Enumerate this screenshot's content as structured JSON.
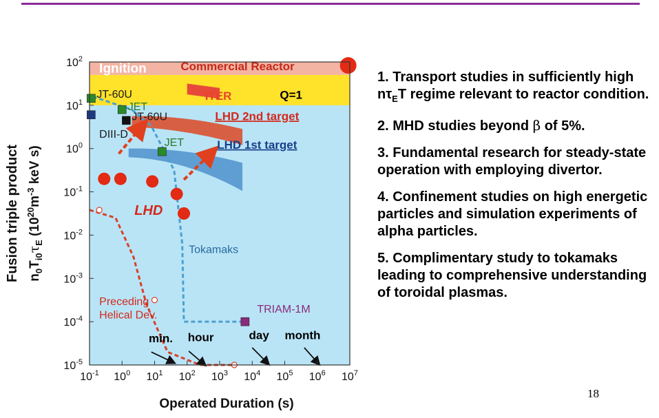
{
  "slide": {
    "page_number": "18",
    "accent_color": "#8b2a9a",
    "items": [
      {
        "pre": "1. Transport studies in sufficiently high n",
        "sym": "τ",
        "sub": "E",
        "post": "T regime relevant to reactor condition."
      },
      {
        "pre": "2. MHD studies beyond ",
        "sym": "β",
        "sub": "",
        "post": " of 5%."
      },
      {
        "pre": "3. Fundamental research for steady-state operation with employing divertor.",
        "sym": "",
        "sub": "",
        "post": ""
      },
      {
        "pre": "4. Confinement studies on high energetic particles and simulation experiments of alpha particles.",
        "sym": "",
        "sub": "",
        "post": ""
      },
      {
        "pre": "5. Complimentary study to tokamaks leading to comprehensive understanding of toroidal plasmas.",
        "sym": "",
        "sub": "",
        "post": ""
      }
    ]
  },
  "chart_data": {
    "type": "scatter",
    "xlabel": "Operated Duration (s)",
    "ylabel_line1": "Fusion triple product",
    "ylabel_line2": {
      "n": "n",
      "n_sub": "0",
      "T": "T",
      "T_sub": "i0",
      "tau": "τ",
      "tau_sub": "E",
      "open": " (10",
      "exp1": "20",
      "m": "m",
      "exp2": "-3",
      "rest": " keV s)"
    },
    "x_log_range": [
      -1,
      7
    ],
    "y_log_range": [
      -5,
      2
    ],
    "x_ticks": [
      {
        "base": "10",
        "exp": "-1",
        "v": -1
      },
      {
        "base": "10",
        "exp": "0",
        "v": 0
      },
      {
        "base": "10",
        "exp": "1",
        "v": 1
      },
      {
        "base": "10",
        "exp": "2",
        "v": 2
      },
      {
        "base": "10",
        "exp": "3",
        "v": 3
      },
      {
        "base": "10",
        "exp": "4",
        "v": 4
      },
      {
        "base": "10",
        "exp": "5",
        "v": 5
      },
      {
        "base": "10",
        "exp": "6",
        "v": 6
      },
      {
        "base": "10",
        "exp": "7",
        "v": 7
      }
    ],
    "y_ticks": [
      {
        "base": "10",
        "exp": "2",
        "v": 2
      },
      {
        "base": "10",
        "exp": "1",
        "v": 1
      },
      {
        "base": "10",
        "exp": "0",
        "v": 0
      },
      {
        "base": "10",
        "exp": "-1",
        "v": -1
      },
      {
        "base": "10",
        "exp": "-2",
        "v": -2
      },
      {
        "base": "10",
        "exp": "-3",
        "v": -3
      },
      {
        "base": "10",
        "exp": "-4",
        "v": -4
      },
      {
        "base": "10",
        "exp": "-5",
        "v": -5
      }
    ],
    "regions": [
      {
        "label": "Ignition",
        "y_from": 1.7,
        "y_to": 2.0,
        "color": "#f4b4a4",
        "label_color": "#ffffff"
      },
      {
        "label": "Q=1",
        "y_from": 1.0,
        "y_to": 1.7,
        "color": "#ffe22a",
        "label_color": "#000000"
      }
    ],
    "labels": [
      {
        "text": "Commercial Reactor",
        "x": 3.55,
        "y": 1.88,
        "color": "#c42a1a"
      },
      {
        "text": "ITER",
        "x": 2.55,
        "y": 1.2,
        "color": "#e8442a"
      },
      {
        "text": "Q=1",
        "x": 4.85,
        "y": 1.22,
        "color": "#000000"
      },
      {
        "text": "LHD 2nd target",
        "x": 4.15,
        "y": 0.73,
        "color": "#d4281a"
      },
      {
        "text": "LHD 1st target",
        "x": 4.15,
        "y": 0.07,
        "color": "#1a3f8a"
      },
      {
        "text": "JT-60U",
        "x": -0.78,
        "y": 1.24,
        "color": "#1a1a1a"
      },
      {
        "text": "JET",
        "x": 0.18,
        "y": 0.95,
        "color": "#2a7a2a"
      },
      {
        "text": "JT-60U",
        "x": 0.3,
        "y": 0.72,
        "color": "#1a1a1a"
      },
      {
        "text": "DIII-D",
        "x": -0.7,
        "y": 0.32,
        "color": "#1a1a1a"
      },
      {
        "text": "JET",
        "x": 1.3,
        "y": 0.13,
        "color": "#2a7a2a"
      },
      {
        "text": "LHD",
        "x": 0.38,
        "y": -1.45,
        "color": "#d4281a"
      },
      {
        "text": "Tokamaks",
        "x": 2.05,
        "y": -2.35,
        "color": "#2a6aa0"
      },
      {
        "text": "TRIAM-1M",
        "x": 4.15,
        "y": -3.72,
        "color": "#8a2a7a"
      },
      {
        "text": "Preceding",
        "x": -0.7,
        "y": -3.55,
        "color": "#d4281a"
      },
      {
        "text": "Helical Dev.",
        "x": -0.7,
        "y": -3.86,
        "color": "#d4281a"
      },
      {
        "text": "min.",
        "x": 0.82,
        "y": -4.4,
        "color": "#000000"
      },
      {
        "text": "hour",
        "x": 2.02,
        "y": -4.38,
        "color": "#000000"
      },
      {
        "text": "day",
        "x": 3.9,
        "y": -4.33,
        "color": "#000000"
      },
      {
        "text": "month",
        "x": 5.0,
        "y": -4.33,
        "color": "#000000"
      }
    ],
    "squares": [
      {
        "name": "JT-60U",
        "x": -0.95,
        "y": 1.16,
        "color": "#2a8a2a"
      },
      {
        "name": "DIII-D",
        "x": -0.95,
        "y": 0.78,
        "color": "#1a3a8a"
      },
      {
        "name": "JET",
        "x": 0.0,
        "y": 0.9,
        "color": "#2a8a2a"
      },
      {
        "name": "JT-60U",
        "x": 0.13,
        "y": 0.65,
        "color": "#111111"
      },
      {
        "name": "JET",
        "x": 1.23,
        "y": -0.07,
        "color": "#2a8a2a"
      },
      {
        "name": "TRIAM-1M",
        "x": 3.78,
        "y": -4.0,
        "color": "#8a2a7a"
      }
    ],
    "lhd_points": [
      {
        "x": -0.55,
        "y": -0.7
      },
      {
        "x": -0.05,
        "y": -0.7
      },
      {
        "x": 0.93,
        "y": -0.76
      },
      {
        "x": 1.68,
        "y": -1.05
      },
      {
        "x": 1.9,
        "y": -1.5
      },
      {
        "x": 6.95,
        "y": 1.92
      }
    ],
    "tokamak_curve": [
      {
        "x": -0.9,
        "y": 1.2
      },
      {
        "x": 0.3,
        "y": 0.9
      },
      {
        "x": 0.9,
        "y": 0.52
      },
      {
        "x": 1.6,
        "y": -0.5
      },
      {
        "x": 1.85,
        "y": -2.2
      },
      {
        "x": 1.9,
        "y": -4.0
      },
      {
        "x": 3.78,
        "y": -4.0
      }
    ],
    "helical_curve": [
      {
        "x": -1.0,
        "y": -1.42
      },
      {
        "x": -0.2,
        "y": -1.6
      },
      {
        "x": 0.35,
        "y": -2.5
      },
      {
        "x": 0.75,
        "y": -3.6
      },
      {
        "x": 1.4,
        "y": -4.7
      },
      {
        "x": 2.4,
        "y": -5.0
      },
      {
        "x": 3.45,
        "y": -5.0
      }
    ],
    "helical_open_points": [
      {
        "x": -0.7,
        "y": -1.42
      },
      {
        "x": 1.0,
        "y": -3.5
      },
      {
        "x": 3.45,
        "y": -5.0
      }
    ],
    "bands": [
      {
        "name": "LHD 2nd target",
        "from_x": 0.3,
        "to_x": 3.7,
        "y_top_start": 0.75,
        "y_top_end": 0.45,
        "y_bot_start": 0.5,
        "y_bot_end": 0.08,
        "color": "#d8583a"
      },
      {
        "name": "LHD 1st target",
        "from_x": 0.2,
        "to_x": 3.7,
        "y_top_start": 0.0,
        "y_top_end": -0.33,
        "y_bot_start": -0.2,
        "y_bot_end": -0.98,
        "color": "#5a9ad0"
      }
    ],
    "arrows": [
      {
        "x1": -0.1,
        "y1": -0.12,
        "x2": 0.7,
        "y2": 0.6
      },
      {
        "x1": 1.9,
        "y1": -0.72,
        "x2": 2.85,
        "y2": -0.02
      },
      {
        "x1": 0.9,
        "y1": -4.7,
        "x2": 1.6,
        "y2": -4.95
      },
      {
        "x1": 2.05,
        "y1": -4.68,
        "x2": 2.55,
        "y2": -5.0
      },
      {
        "x1": 4.0,
        "y1": -4.6,
        "x2": 4.5,
        "y2": -4.98
      },
      {
        "x1": 5.6,
        "y1": -4.6,
        "x2": 6.05,
        "y2": -4.98
      }
    ]
  }
}
